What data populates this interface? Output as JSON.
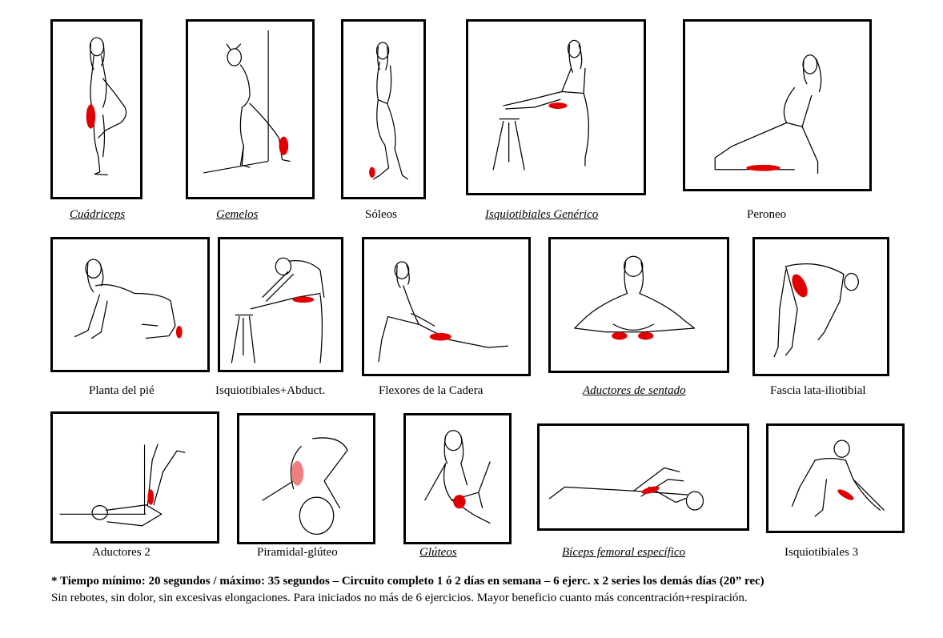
{
  "exercises": [
    {
      "label": "Cuádriceps",
      "linked": true
    },
    {
      "label": "Gemelos",
      "linked": true
    },
    {
      "label": "Sóleos",
      "linked": false
    },
    {
      "label": "Isquiotibiales Genérico",
      "linked": true
    },
    {
      "label": "Peroneo",
      "linked": false
    },
    {
      "label": "Planta del pié",
      "linked": false
    },
    {
      "label": "Isquiotibiales+Abduct.",
      "linked": false
    },
    {
      "label": "Flexores de la Cadera",
      "linked": false
    },
    {
      "label": "Aductores de sentado",
      "linked": true
    },
    {
      "label": "Fascia lata-iliotibial",
      "linked": false
    },
    {
      "label": "Aductores 2",
      "linked": false
    },
    {
      "label": "Piramidal-glúteo",
      "linked": false
    },
    {
      "label": "Glúteos",
      "linked": true
    },
    {
      "label": "Bíceps femoral específico",
      "linked": true
    },
    {
      "label": "Isquiotibiales 3",
      "linked": false
    }
  ],
  "notes": {
    "timing": "* Tiempo mínimo: 20 segundos / máximo: 35 segundos – Circuito completo 1 ó 2 días en semana – 6 ejerc. x 2 series los demás días (20” rec)",
    "advice": "Sin rebotes, sin dolor, sin excesivas elongaciones. Para iniciados no más de 6 ejercicios. Mayor beneficio cuanto más concentración+respiración."
  },
  "colors": {
    "muscle_highlight": "#e00000",
    "muscle_soft": "#f08080"
  }
}
